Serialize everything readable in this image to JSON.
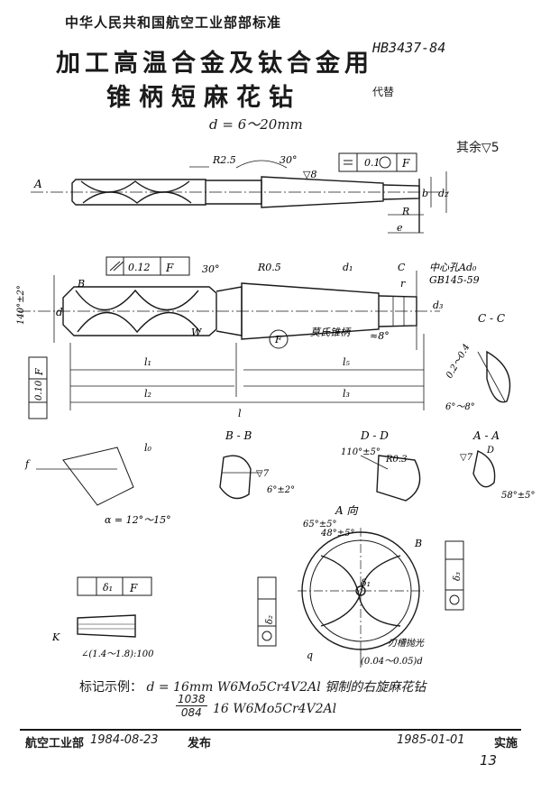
{
  "header": {
    "org": "中华人民共和国航空工业部部标准",
    "code": "HB3437-84",
    "replace": "代替",
    "title_line1": "加工高温合金及钛合金用",
    "title_line2": "锥柄短麻花钻",
    "range": "d = 6～20mm",
    "rest": "其余▽5"
  },
  "labels": {
    "A": "A",
    "r25": "R2.5",
    "deg30": "30°",
    "v8": "▽8",
    "tol_top": "0.1",
    "tol_top_ref": "F",
    "b": "b",
    "d2": "d₂",
    "R": "R",
    "e": "e",
    "tol_mid": "0.12",
    "tol_mid_ref": "F",
    "B_mark": "B",
    "deg30b": "30°",
    "r05": "R0.5",
    "d1": "d₁",
    "C": "C",
    "r": "r",
    "center_hole": "中心孔Ad₀",
    "gb_ref": "GB145-59",
    "angle_140": "140°±2°",
    "d": "d",
    "W": "W",
    "F_circle": "F",
    "morse": "莫氏锥柄",
    "approx8": "≈8°",
    "d3": "d₃",
    "l1": "l₁",
    "l2": "l₂",
    "l5": "l₅",
    "l3": "l₃",
    "l": "l",
    "tol_left": "0.10",
    "tol_left_ref": "F",
    "cc": "C - C",
    "cc_dim": "0.2～0.4",
    "cc_angle": "6°～8°",
    "bb": "B - B",
    "bb_angle": "6°±2°",
    "bb_v7": "▽7",
    "dd": "D - D",
    "dd_angle": "110°±5°",
    "dd_r": "R0.3",
    "aa": "A - A",
    "aa_v7": "▽7",
    "aa_angle": "58°±5°",
    "aa_D": "D",
    "f": "f",
    "l0": "l₀",
    "alpha": "α = 12°～15°",
    "view_A": "A 向",
    "deg65": "65°±5°",
    "deg48": "48°±5°",
    "Bv": "B",
    "delta1": "δ₁",
    "delta2": "δ₂",
    "delta3": "δ₃",
    "flute": "刃槽抛光",
    "runout": "(0.04～0.05)d",
    "q": "q",
    "K": "K",
    "ratio": "∠(1.4～1.8):100",
    "sym_delta": "δ₁",
    "sym_ref": "F"
  },
  "marking": {
    "label": "标记示例：",
    "line1": "d = 16mm    W6Mo5Cr4V2Al 钢制的右旋麻花钻",
    "frac_top": "1038",
    "frac_bottom": "084",
    "line2": "16    W6Mo5Cr4V2Al"
  },
  "footer": {
    "issuer": "航空工业部",
    "issue_date": "1984-08-23",
    "issue_label": "发布",
    "effective_date": "1985-01-01",
    "effective_label": "实施",
    "page": "13"
  }
}
